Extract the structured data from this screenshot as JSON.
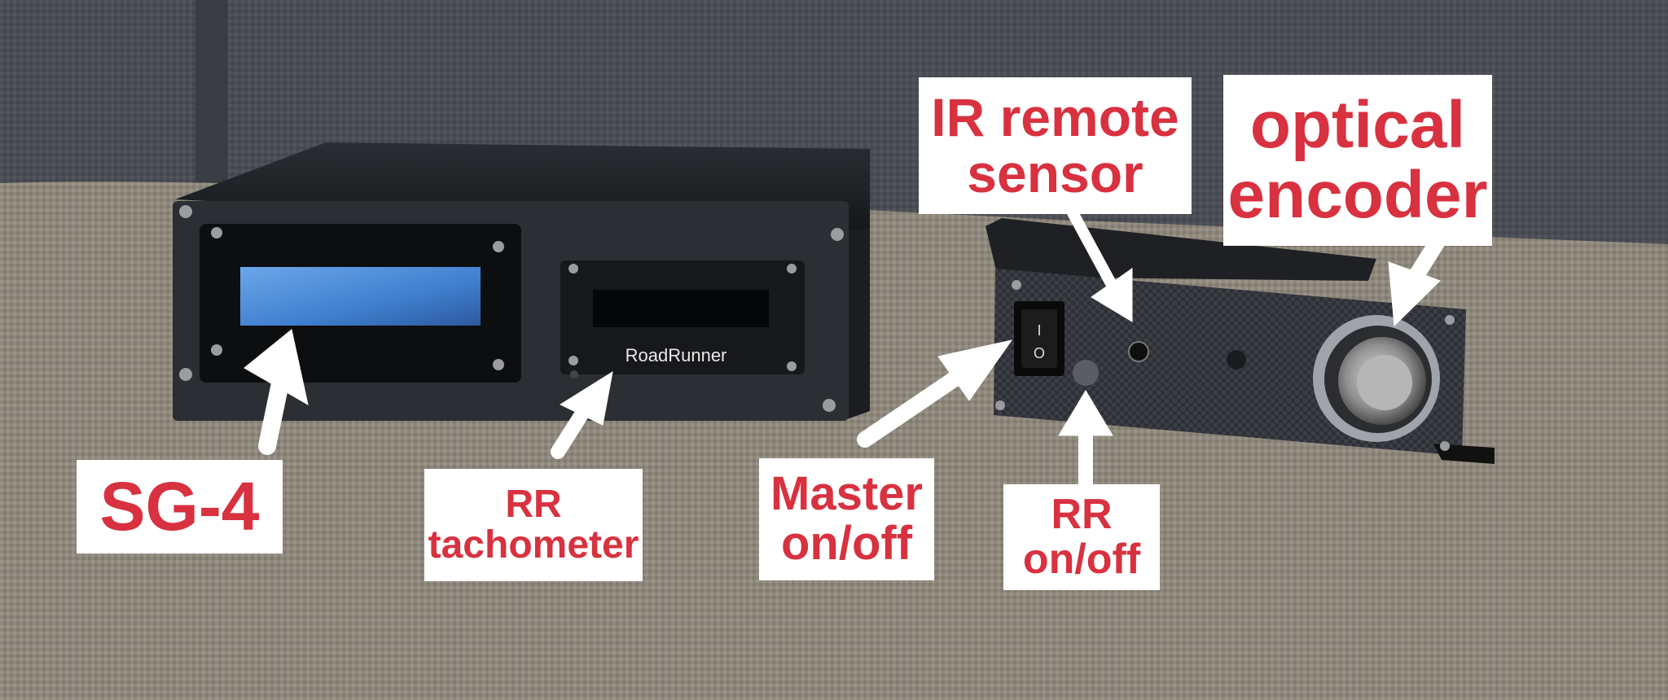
{
  "device_branding": "RoadRunner",
  "labels": {
    "sg4": "SG-4",
    "rr_tachometer": {
      "line1": "RR",
      "line2": "tachometer"
    },
    "master_onoff": {
      "line1": "Master",
      "line2": "on/off"
    },
    "rr_onoff": {
      "line1": "RR",
      "line2": "on/off"
    },
    "ir_remote_sensor": {
      "line1": "IR remote",
      "line2": "sensor"
    },
    "optical_encoder": {
      "line1": "optical",
      "line2": "encoder"
    }
  },
  "switch_marks": {
    "on": "I",
    "off": "O"
  },
  "colors": {
    "label_text": "#d8313f",
    "label_bg": "#ffffff",
    "arrow": "#ffffff",
    "couch_back": "#4b4f55",
    "cushion": "#8d857b",
    "chassis": "#23262b",
    "lcd": "#4f8fd6"
  }
}
